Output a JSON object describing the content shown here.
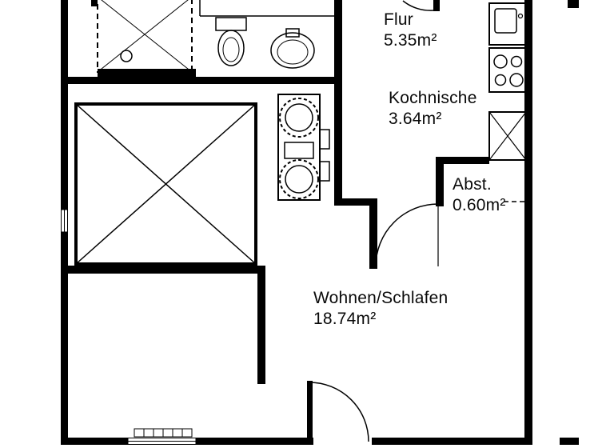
{
  "rooms": {
    "flur": {
      "name": "Flur",
      "area": "5.35m²"
    },
    "kochnische": {
      "name": "Kochnische",
      "area": "3.64m²"
    },
    "abst": {
      "name": "Abst.",
      "area": "0.60m²"
    },
    "wohnen": {
      "name": "Wohnen/Schlafen",
      "area": "18.74m²"
    }
  },
  "fixtures": {
    "icons": [
      "shower-icon",
      "shower-drain-icon",
      "toilet-icon",
      "washbasin-icon",
      "cooker-unit-icon",
      "kitchen-sink-icon",
      "stove-burners-icon",
      "cabinet-cross-icon",
      "stairwell-cross-icon",
      "door-swing-icon",
      "window-icon",
      "radiator-icon",
      "storage-hidden-edge-icon"
    ]
  },
  "colors": {
    "line": "#000000",
    "background": "#ffffff"
  }
}
